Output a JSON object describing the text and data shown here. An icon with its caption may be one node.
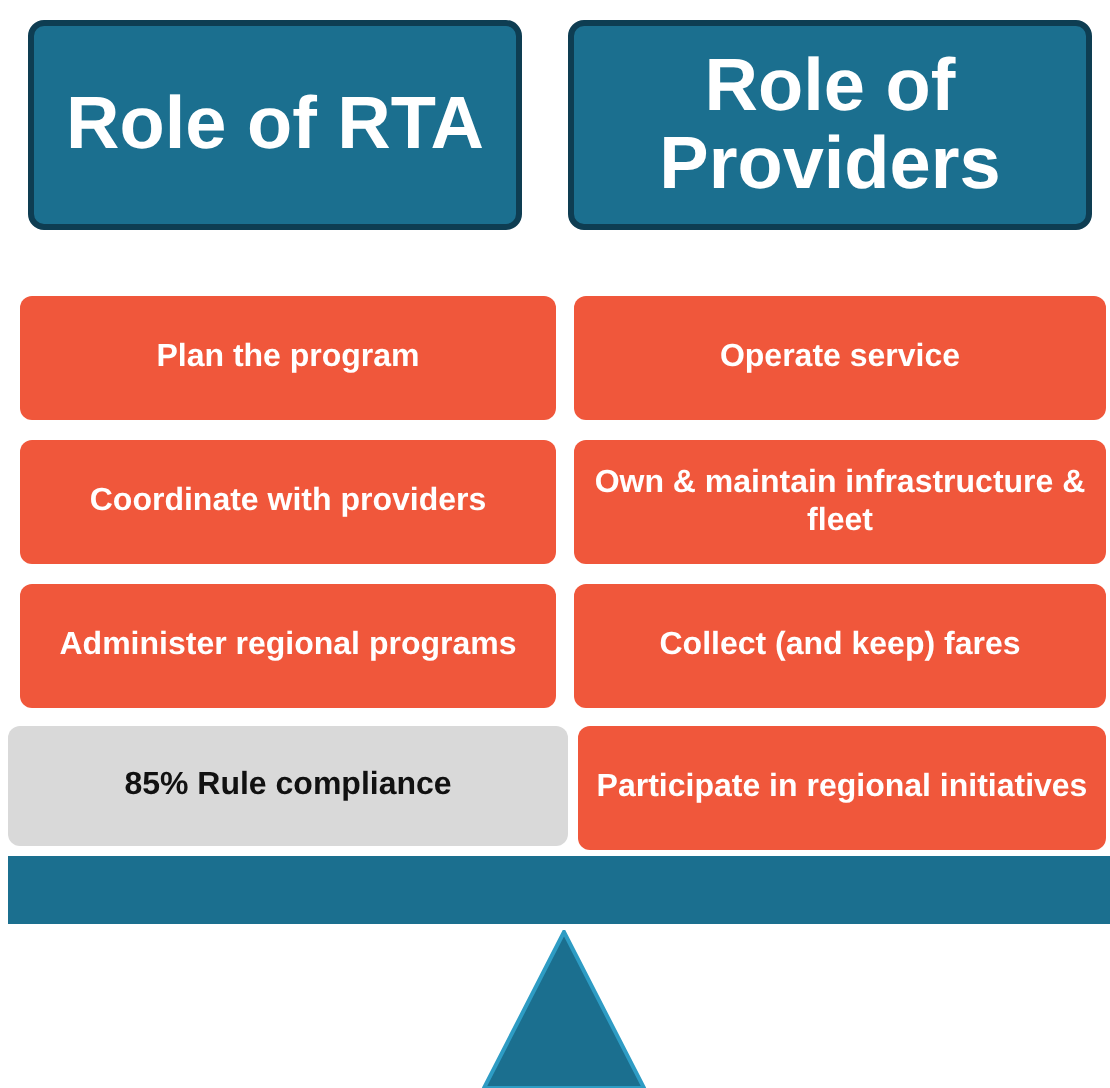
{
  "diagram": {
    "nodes": [
      {
        "text": [
          "Role of RTA"
        ]
      },
      {
        "text": [
          "Role of Providers"
        ]
      },
      {
        "text": [
          "Plan the program"
        ]
      },
      {
        "text": [
          "Operate service"
        ]
      },
      {
        "text": [
          "Coordinate with providers"
        ]
      },
      {
        "text": [
          "Own & maintain infrastructure & fleet"
        ]
      },
      {
        "text": [
          "Administer regional programs"
        ]
      },
      {
        "text": [
          "Collect (and keep) fares"
        ]
      },
      {
        "text": [
          "85% Rule compliance"
        ]
      },
      {
        "text": [
          "Participate in regional initiatives"
        ]
      },
      {
        "text": [],
        "shape": "bar"
      },
      {
        "text": [],
        "shape": "triangle"
      }
    ]
  }
}
